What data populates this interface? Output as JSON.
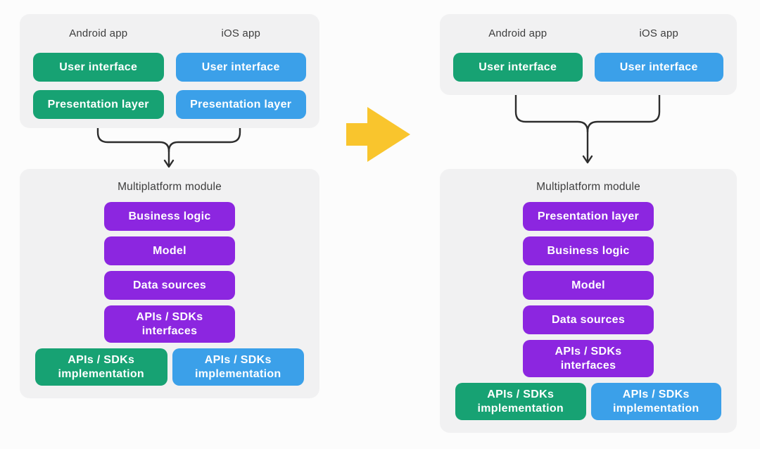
{
  "colors": {
    "android_green": "#17a273",
    "ios_blue": "#3ba0e9",
    "shared_purple": "#8c26e0",
    "arrow_yellow": "#f9c52d",
    "panel_gray": "#f1f1f2",
    "page_background": "#fcfcfc",
    "connector_dark": "#2d2d2d",
    "label_dark": "#3d3d3d",
    "block_text": "#ffffff"
  },
  "before": {
    "apps": {
      "android_title": "Android app",
      "ios_title": "iOS app",
      "android_blocks": [
        "User interface",
        "Presentation layer"
      ],
      "ios_blocks": [
        "User interface",
        "Presentation layer"
      ]
    },
    "module": {
      "title": "Multiplatform module",
      "shared_blocks": [
        "Business logic",
        "Model",
        "Data sources",
        "APIs / SDKs\ninterfaces"
      ],
      "android_impl": "APIs / SDKs\nimplementation",
      "ios_impl": "APIs / SDKs\nimplementation"
    }
  },
  "after": {
    "apps": {
      "android_title": "Android app",
      "ios_title": "iOS app",
      "android_blocks": [
        "User interface"
      ],
      "ios_blocks": [
        "User interface"
      ]
    },
    "module": {
      "title": "Multiplatform module",
      "shared_blocks": [
        "Presentation layer",
        "Business logic",
        "Model",
        "Data sources",
        "APIs / SDKs\ninterfaces"
      ],
      "android_impl": "APIs / SDKs\nimplementation",
      "ios_impl": "APIs / SDKs\nimplementation"
    }
  }
}
